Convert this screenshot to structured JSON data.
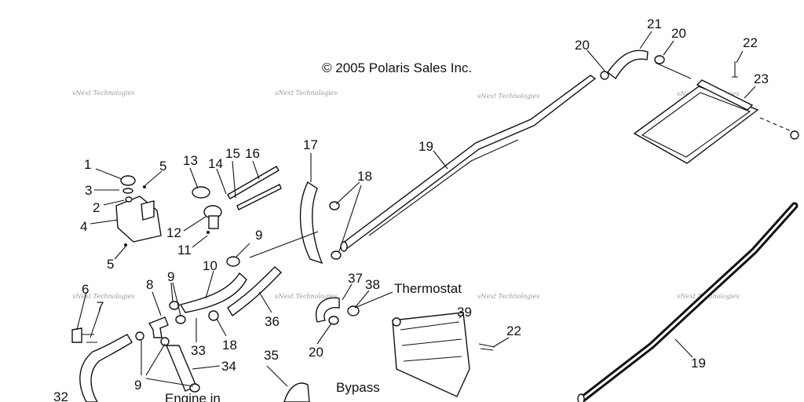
{
  "copyright": "© 2005 Polaris Sales Inc.",
  "watermark": "vNext Technologies",
  "captions": {
    "thermostat": "Thermostat",
    "bypass": "Bypass",
    "engine_in": "Engine in"
  },
  "callouts": [
    "1",
    "2",
    "3",
    "4",
    "5",
    "5",
    "6",
    "7",
    "8",
    "9",
    "9",
    "9",
    "10",
    "11",
    "12",
    "13",
    "14",
    "15",
    "16",
    "17",
    "18",
    "18",
    "19",
    "19",
    "20",
    "20",
    "20",
    "21",
    "22",
    "22",
    "23",
    "32",
    "33",
    "34",
    "35",
    "36",
    "37",
    "38",
    "39"
  ]
}
